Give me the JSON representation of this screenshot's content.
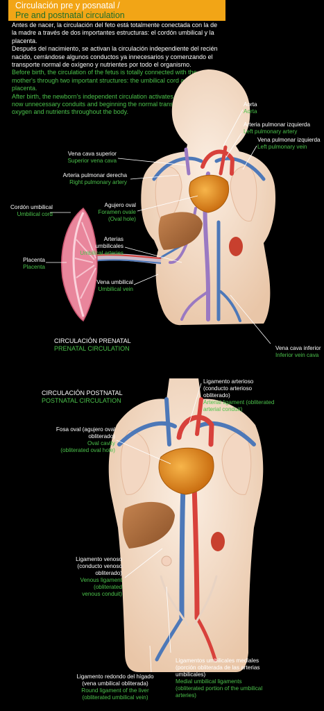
{
  "header": {
    "title_es": "Circulación pre y posnatal /",
    "title_en": "Pre and postnatal circulation"
  },
  "intro": {
    "es1": "Antes de nacer, la circulación del feto está totalmente conectada con la de la madre a través de dos importantes estructuras: el cordón umbilical y la placenta.",
    "es2": "Después del nacimiento, se activan la circulación independiente del recién nacido, cerrándose algunos conductos ya innecesarios y comenzando el transporte normal de oxígeno y nutrientes por todo el organismo.",
    "en1": "Before birth, the circulation of the fetus is totally connected with the mother's through two important structures: the umbilical cord and the placenta.",
    "en2": "After birth, the newborn's independent circulation activates, closing some now unnecessary conduits and beginning the normal transportation of oxygen and nutrients throughout the body."
  },
  "prenatal": {
    "title_es": "CIRCULACIÓN PRENATAL",
    "title_en": "PRENATAL CIRCULATION",
    "labels": {
      "aorta": {
        "es": "Aorta",
        "en": "Aorta"
      },
      "left_pulm_artery": {
        "es": "Arteria pulmonar izquierda",
        "en": "Left pulmonary artery"
      },
      "left_pulm_vein": {
        "es": "Vena pulmonar izquierda",
        "en": "Left pulmonary vein"
      },
      "superior_vena_cava": {
        "es": "Vena cava superior",
        "en": "Superior vena cava"
      },
      "right_pulm_artery": {
        "es": "Arteria pulmonar derecha",
        "en": "Right pulmonary artery"
      },
      "umbilical_cord": {
        "es": "Cordón umbilical",
        "en": "Umbilical cord"
      },
      "foramen_ovale": {
        "es": "Agujero oval",
        "en": "Foramen ovale\n(Oval hole)"
      },
      "umbilical_arteries": {
        "es": "Arterias umbilicales",
        "en": "Umbilical arteries"
      },
      "placenta": {
        "es": "Placenta",
        "en": "Placenta"
      },
      "umbilical_vein": {
        "es": "Vena umbilical",
        "en": "Umbilical vein"
      },
      "inferior_vena_cava": {
        "es": "Vena cava inferior",
        "en": "Inferior vein cava"
      }
    }
  },
  "postnatal": {
    "title_es": "CIRCULACIÓN POSTNATAL",
    "title_en": "POSTNATAL CIRCULATION",
    "labels": {
      "arterial_ligament": {
        "es": "Ligamento arterioso\n(conducto arterioso\nobliterado)",
        "en": "Arterial ligament (obliterated\narterial conduit)"
      },
      "oval_fossa": {
        "es": "Fosa oval (agujero oval\nobliterado)",
        "en": "Oval cavity\n(obliterated oval hole)"
      },
      "venous_ligament": {
        "es": "Ligamento venoso\n(conducto venoso\nobliterado)",
        "en": "Venous ligament\n(obliterated\nvenous conduit)"
      },
      "medial_umbilical": {
        "es": "Ligamentos umbilicales mediales\n(porción obliterada de las arterias\numbilicales)",
        "en": "Medial umbilical ligaments\n(obliterated portion of the umbilical\narteries)"
      },
      "round_ligament": {
        "es": "Ligamento redondo del hígado\n(vena umbilical obliterada)",
        "en": "Round ligament of the liver\n(obliterated umbilical vein)"
      }
    }
  },
  "colors": {
    "header_bg": "#f2a516",
    "english_text": "#4bc24b",
    "body": "#f6e2cf",
    "artery": "#d8413b",
    "vein": "#4d78b8",
    "mixed": "#9a79c2",
    "heart": "#e7901d",
    "liver": "#b0703e",
    "placenta": "#e9869c"
  }
}
